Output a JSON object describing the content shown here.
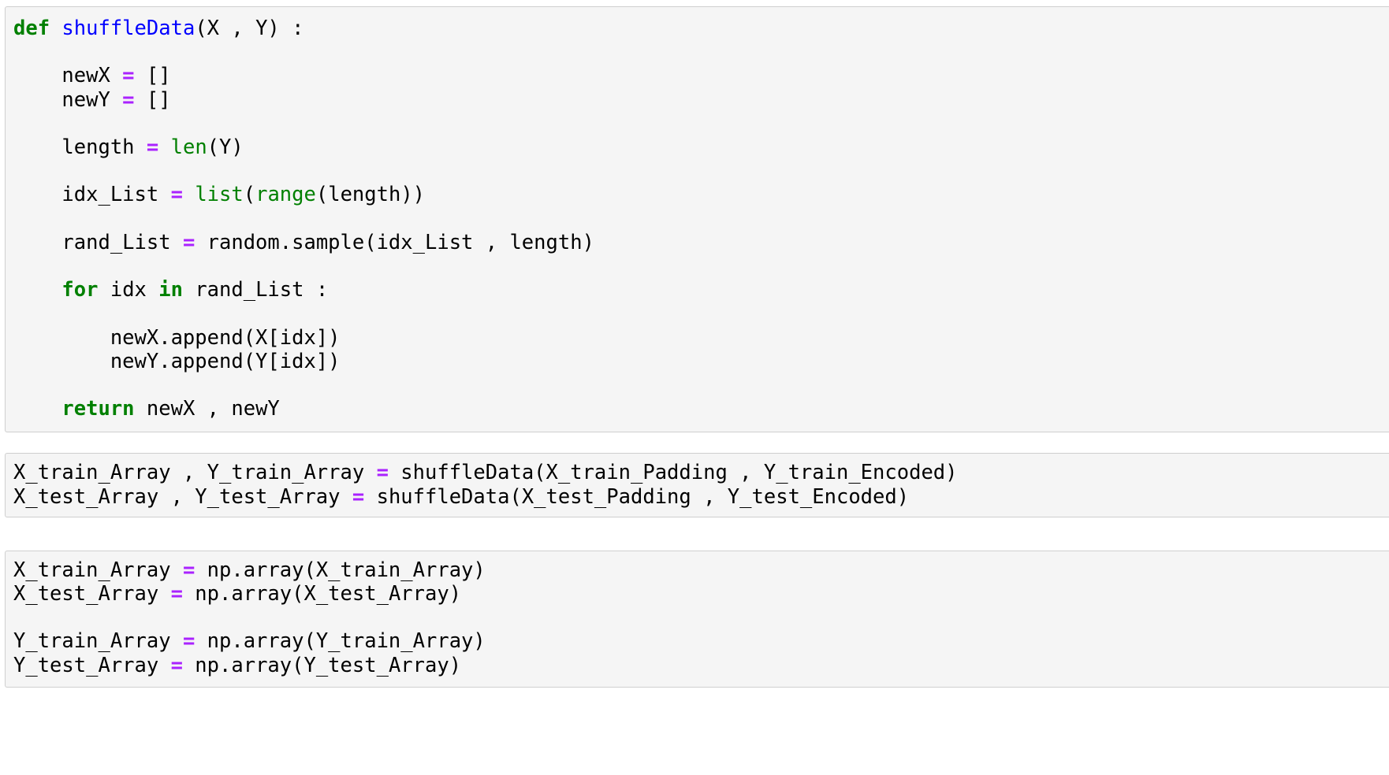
{
  "document": {
    "kind": "jupyter-notebook",
    "language": "python",
    "background_color": "#ffffff",
    "cell_background_color": "#f5f5f5",
    "cell_border_color": "#cfcfcf"
  },
  "theme": {
    "keyword_color": "#008000",
    "builtin_color": "#008000",
    "function_name_color": "#0000ff",
    "operator_color": "#aa22ff",
    "text_color": "#000000"
  },
  "cells": [
    {
      "id": "cell-1",
      "type": "code",
      "lines": [
        {
          "tokens": [
            {
              "t": "def",
              "c": "k"
            },
            {
              "t": " ",
              "c": "pl"
            },
            {
              "t": "shuffleData",
              "c": "fn"
            },
            {
              "t": "(X , Y) :",
              "c": "pl"
            }
          ]
        },
        {
          "tokens": []
        },
        {
          "tokens": [
            {
              "t": "    newX ",
              "c": "pl"
            },
            {
              "t": "=",
              "c": "op"
            },
            {
              "t": " []",
              "c": "pl"
            }
          ]
        },
        {
          "tokens": [
            {
              "t": "    newY ",
              "c": "pl"
            },
            {
              "t": "=",
              "c": "op"
            },
            {
              "t": " []",
              "c": "pl"
            }
          ]
        },
        {
          "tokens": []
        },
        {
          "tokens": [
            {
              "t": "    length ",
              "c": "pl"
            },
            {
              "t": "=",
              "c": "op"
            },
            {
              "t": " ",
              "c": "pl"
            },
            {
              "t": "len",
              "c": "bi"
            },
            {
              "t": "(Y)",
              "c": "pl"
            }
          ]
        },
        {
          "tokens": []
        },
        {
          "tokens": [
            {
              "t": "    idx_List ",
              "c": "pl"
            },
            {
              "t": "=",
              "c": "op"
            },
            {
              "t": " ",
              "c": "pl"
            },
            {
              "t": "list",
              "c": "bi"
            },
            {
              "t": "(",
              "c": "pl"
            },
            {
              "t": "range",
              "c": "bi"
            },
            {
              "t": "(length))",
              "c": "pl"
            }
          ]
        },
        {
          "tokens": []
        },
        {
          "tokens": [
            {
              "t": "    rand_List ",
              "c": "pl"
            },
            {
              "t": "=",
              "c": "op"
            },
            {
              "t": " random.sample(idx_List , length)",
              "c": "pl"
            }
          ]
        },
        {
          "tokens": []
        },
        {
          "tokens": [
            {
              "t": "    ",
              "c": "pl"
            },
            {
              "t": "for",
              "c": "k"
            },
            {
              "t": " idx ",
              "c": "pl"
            },
            {
              "t": "in",
              "c": "k"
            },
            {
              "t": " rand_List :",
              "c": "pl"
            }
          ]
        },
        {
          "tokens": []
        },
        {
          "tokens": [
            {
              "t": "        newX.append(X[idx])",
              "c": "pl"
            }
          ]
        },
        {
          "tokens": [
            {
              "t": "        newY.append(Y[idx])",
              "c": "pl"
            }
          ]
        },
        {
          "tokens": []
        },
        {
          "tokens": [
            {
              "t": "    ",
              "c": "pl"
            },
            {
              "t": "return",
              "c": "k"
            },
            {
              "t": " newX , newY",
              "c": "pl"
            }
          ]
        }
      ]
    },
    {
      "id": "cell-2",
      "type": "code",
      "lines": [
        {
          "tokens": [
            {
              "t": "X_train_Array , Y_train_Array ",
              "c": "pl"
            },
            {
              "t": "=",
              "c": "op"
            },
            {
              "t": " shuffleData(X_train_Padding , Y_train_Encoded)",
              "c": "pl"
            }
          ]
        },
        {
          "tokens": [
            {
              "t": "X_test_Array , Y_test_Array ",
              "c": "pl"
            },
            {
              "t": "=",
              "c": "op"
            },
            {
              "t": " shuffleData(X_test_Padding , Y_test_Encoded)",
              "c": "pl"
            }
          ]
        }
      ]
    },
    {
      "id": "cell-3",
      "type": "code",
      "lines": [
        {
          "tokens": [
            {
              "t": "X_train_Array ",
              "c": "pl"
            },
            {
              "t": "=",
              "c": "op"
            },
            {
              "t": " np.array(X_train_Array)",
              "c": "pl"
            }
          ]
        },
        {
          "tokens": [
            {
              "t": "X_test_Array ",
              "c": "pl"
            },
            {
              "t": "=",
              "c": "op"
            },
            {
              "t": " np.array(X_test_Array)",
              "c": "pl"
            }
          ]
        },
        {
          "tokens": []
        },
        {
          "tokens": [
            {
              "t": "Y_train_Array ",
              "c": "pl"
            },
            {
              "t": "=",
              "c": "op"
            },
            {
              "t": " np.array(Y_train_Array)",
              "c": "pl"
            }
          ]
        },
        {
          "tokens": [
            {
              "t": "Y_test_Array ",
              "c": "pl"
            },
            {
              "t": "=",
              "c": "op"
            },
            {
              "t": " np.array(Y_test_Array)",
              "c": "pl"
            }
          ]
        }
      ]
    }
  ]
}
